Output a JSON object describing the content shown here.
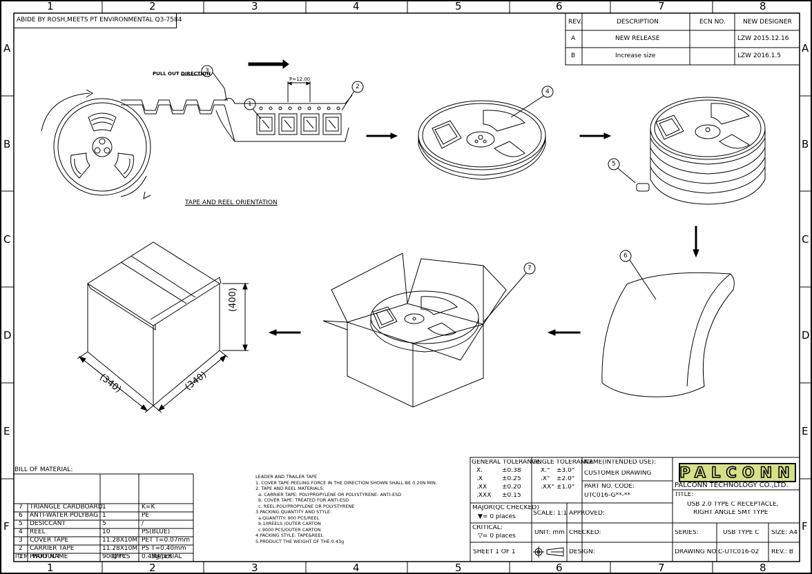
{
  "border": {
    "columns": [
      "1",
      "2",
      "3",
      "4",
      "5",
      "6",
      "7",
      "8"
    ],
    "rows": [
      "A",
      "B",
      "C",
      "D",
      "E",
      "F"
    ]
  },
  "compliance_note": "ABIDE BY ROSH,MEETS PT ENVIRONMENTAL Q3-7584",
  "revisions": {
    "headers": [
      "REV.",
      "DESCRIPTION",
      "ECN NO.",
      "NEW DESIGNER"
    ],
    "rows": [
      {
        "rev": "A",
        "description": "NEW RELEASE",
        "ecn": "",
        "designer": "LZW 2015.12.16"
      },
      {
        "rev": "B",
        "description": "Increase  size",
        "ecn": "",
        "designer": "LZW 2016.1.5"
      }
    ]
  },
  "tape": {
    "pull_out_label": "PULL OUT DIRECTION",
    "pitch_label": "P=12.00",
    "orientation_caption": "TAPE AND REEL ORIENTATION"
  },
  "callouts": [
    "1",
    "2",
    "3",
    "4",
    "5",
    "6",
    "7"
  ],
  "carton_dims": {
    "height": "(400)",
    "width": "(340)",
    "depth": "(340)"
  },
  "bom": {
    "title": "BILL OF MATERIAL:",
    "headers": [
      "ITEM",
      "PART NAME",
      "Q'TY",
      "MATERIAL"
    ],
    "rows": [
      {
        "item": "7",
        "name": "TRIANGLE CARDBOARD",
        "qty": "1",
        "material": "K=K"
      },
      {
        "item": "6",
        "name": "ANTI-WATER POLYBAG",
        "qty": "1",
        "material": "PE"
      },
      {
        "item": "5",
        "name": "DESICCANT",
        "qty": "5",
        "material": "/"
      },
      {
        "item": "4",
        "name": "REEL",
        "qty": "10",
        "material": "PS(BLUE)"
      },
      {
        "item": "3",
        "name": "COVER TAPE",
        "qty": "11.28X10M",
        "material": "PET T=0.07mm"
      },
      {
        "item": "2",
        "name": "CARRIER TAPE",
        "qty": "11.28X10M",
        "material": "PS T=0.40mm"
      },
      {
        "item": "1",
        "name": "PRODUCT",
        "qty": "9000PCS",
        "material": "0.43g/pcs"
      }
    ]
  },
  "notes": [
    "LEADER AND TRAILER TAPE",
    "1. COVER TAPE PEELING FORCE IN THE DIRECTION SHOWN SHALL BE 0.20N MIN.",
    "2. TAPE AND REEL MATERIALS:",
    "  a. CARRIER TAPE: POLYPROPYLENE OR POLYSTYRENE- ANTI-ESD",
    "  b. COVER TAPE: TREATED FOR ANTI-ESD",
    "  c. REEL:POLYPROPYLENE OR POLYSTYRENE",
    "3.PACKING QUANTITY AND STYLE:",
    "  a.QUANTITY: 900 PCS/REEL",
    "  b.10REELS /OUTER CARTON",
    "  c.9000 PCS/OUTER CARTON",
    "4.PACKING STYLE: TAPE&REEL",
    "5.PRODUCT THE WEIGHT OF THE:0.43g"
  ],
  "title_block": {
    "general_tolerance": {
      "title": "GENERAL TOLERANCE",
      "rows": [
        [
          "X.",
          "±0.38"
        ],
        [
          ".X",
          "±0.25"
        ],
        [
          ".XX",
          "±0.20"
        ],
        [
          ".XXX",
          "±0.15"
        ]
      ]
    },
    "angle_tolerance": {
      "title": "ANGLE TOLERANCE",
      "rows": [
        [
          "X.°",
          "±3.0°"
        ],
        [
          ".X°",
          "±2.0°"
        ],
        [
          ".XX°",
          "±1.0°"
        ]
      ]
    },
    "name_label": "NAME(INTENDED USE):",
    "name_value": "CUSTOMER DRAWING",
    "part_no_label": "PART NO. CODE:",
    "part_no_value": "UTC016-G**-**",
    "major_label": "MAJOR(QC CHECKED)",
    "major_value": "▼= 0 places",
    "scale": "SCALE: 1:1",
    "approved": "APPROVED:",
    "critical_label": "CRITICAL:",
    "critical_value": "▽= 0 places",
    "unit": "UNIT: mm",
    "checked": "CHECKED:",
    "sheet": "SHEET 1 OF 1",
    "design": "DESIGN:",
    "logo": "PALCONN",
    "company": "PALCONN TECHNOLOGY CO.,LTD.",
    "title_label": "TITLE:",
    "title_line1": "USB 2.0 TYPE C RECEPTACLE,",
    "title_line2": "RIGHT ANGLE  SMT TYPE",
    "series_label": "SERIES:",
    "series_value": "USB TYPE C",
    "size": "SIZE: A4",
    "drawing_no_label": "DRAWING NO.:",
    "drawing_no_value": "C-UTC016-02",
    "rev": "REV.: B"
  },
  "colors": {
    "line": "#000000",
    "logo_fill": "#d4e08a",
    "background": "#ffffff"
  }
}
